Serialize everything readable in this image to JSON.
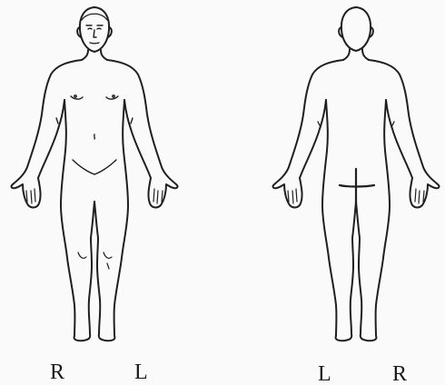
{
  "diagram": {
    "front_figure": {
      "right_side_label": "R",
      "left_side_label": "L"
    },
    "back_figure": {
      "left_side_label": "L",
      "right_side_label": "R"
    },
    "stroke_color": "#1f1f1f",
    "paper_color": "#fdfdfd"
  }
}
